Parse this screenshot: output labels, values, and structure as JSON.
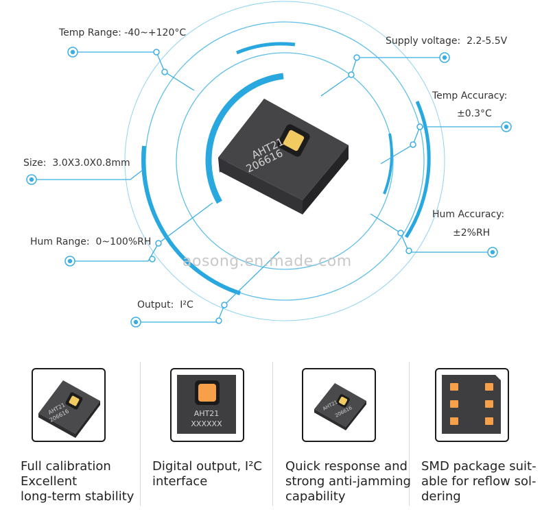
{
  "specs": {
    "temp_range": "Temp Range: -40~+120°C",
    "supply_voltage": "Supply voltage:  2.2-5.5V",
    "temp_accuracy_label": "Temp Accuracy:",
    "temp_accuracy_value": "±0.3°C",
    "size": "Size:  3.0X3.0X0.8mm",
    "hum_accuracy_label": "Hum Accuracy:",
    "hum_accuracy_value": "±2%RH",
    "hum_range": "Hum Range:  0~100%RH",
    "output": "Output:  I²C"
  },
  "chip": {
    "model": "AHT21",
    "code": "206616"
  },
  "watermark": "aosong.en.made.com",
  "features": [
    {
      "chip_text_1": "AHT21",
      "chip_text_2": "206616",
      "lines": [
        "Full calibration",
        "Excellent",
        "long-term stability"
      ]
    },
    {
      "chip_text_1": "AHT21",
      "chip_text_2": "XXXXXX",
      "lines": [
        "Digital output, I²C",
        "interface"
      ]
    },
    {
      "chip_text_1": "AHT21",
      "chip_text_2": "206616",
      "lines": [
        "Quick response and",
        "strong anti-jamming",
        "capability"
      ]
    },
    {
      "lines": [
        "SMD package suit-",
        "able for reflow sol-",
        "dering"
      ]
    }
  ],
  "colors": {
    "accent": "#29a8e0",
    "chip_body": "#3a3a3c",
    "chip_top": "#4a4a4c",
    "pad": "#f0c060",
    "orange_pad": "#f7a04a"
  }
}
